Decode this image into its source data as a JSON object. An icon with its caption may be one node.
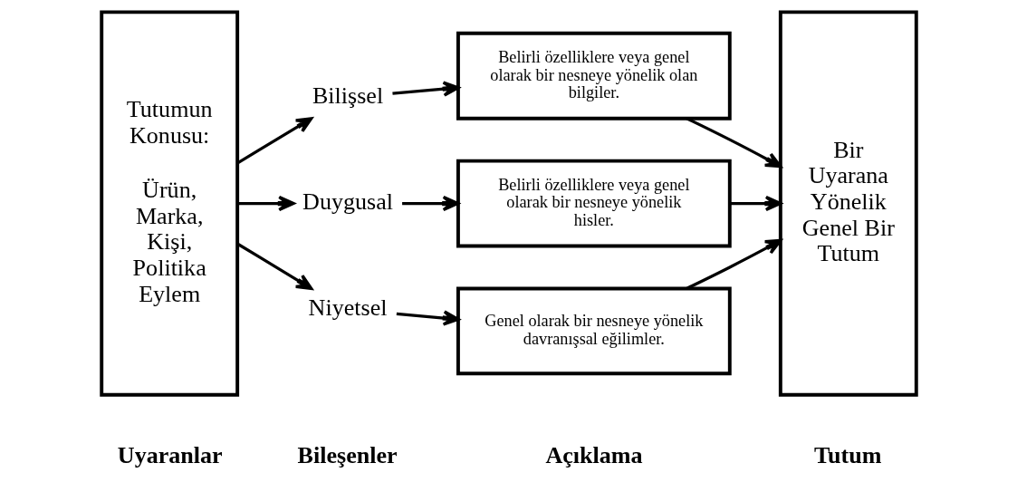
{
  "diagram": {
    "nodes": [
      {
        "text": [
          "Tutumun Konusu:",
          "Ürün, Marka, Kişi, Politika Eylem"
        ]
      },
      {
        "text": [
          "Bilişsel"
        ]
      },
      {
        "text": [
          "Duygusal"
        ]
      },
      {
        "text": [
          "Niyetsel"
        ]
      },
      {
        "text": [
          "Belirli özelliklere veya genel olarak bir nesneye yönelik olan bilgiler."
        ]
      },
      {
        "text": [
          "Belirli özelliklere veya genel olarak bir nesneye yönelik hisler."
        ]
      },
      {
        "text": [
          "Genel olarak bir nesneye yönelik davranışsal eğilimler."
        ]
      },
      {
        "text": [
          "Bir Uyarana Yönelik Genel Bir Tutum"
        ]
      }
    ],
    "edges": [
      {
        "from": 0,
        "to": 1,
        "arrow": "to"
      },
      {
        "from": 0,
        "to": 2,
        "arrow": "to"
      },
      {
        "from": 0,
        "to": 3,
        "arrow": "to"
      },
      {
        "from": 1,
        "to": 4,
        "arrow": "to"
      },
      {
        "from": 2,
        "to": 5,
        "arrow": "to"
      },
      {
        "from": 3,
        "to": 6,
        "arrow": "to"
      },
      {
        "from": 4,
        "to": 7,
        "arrow": "to"
      },
      {
        "from": 5,
        "to": 7,
        "arrow": "to"
      },
      {
        "from": 6,
        "to": 7,
        "arrow": "to"
      }
    ],
    "labels": [
      "Uyaranlar",
      "Bileşenler",
      "Açıklama",
      "Tutum"
    ]
  }
}
